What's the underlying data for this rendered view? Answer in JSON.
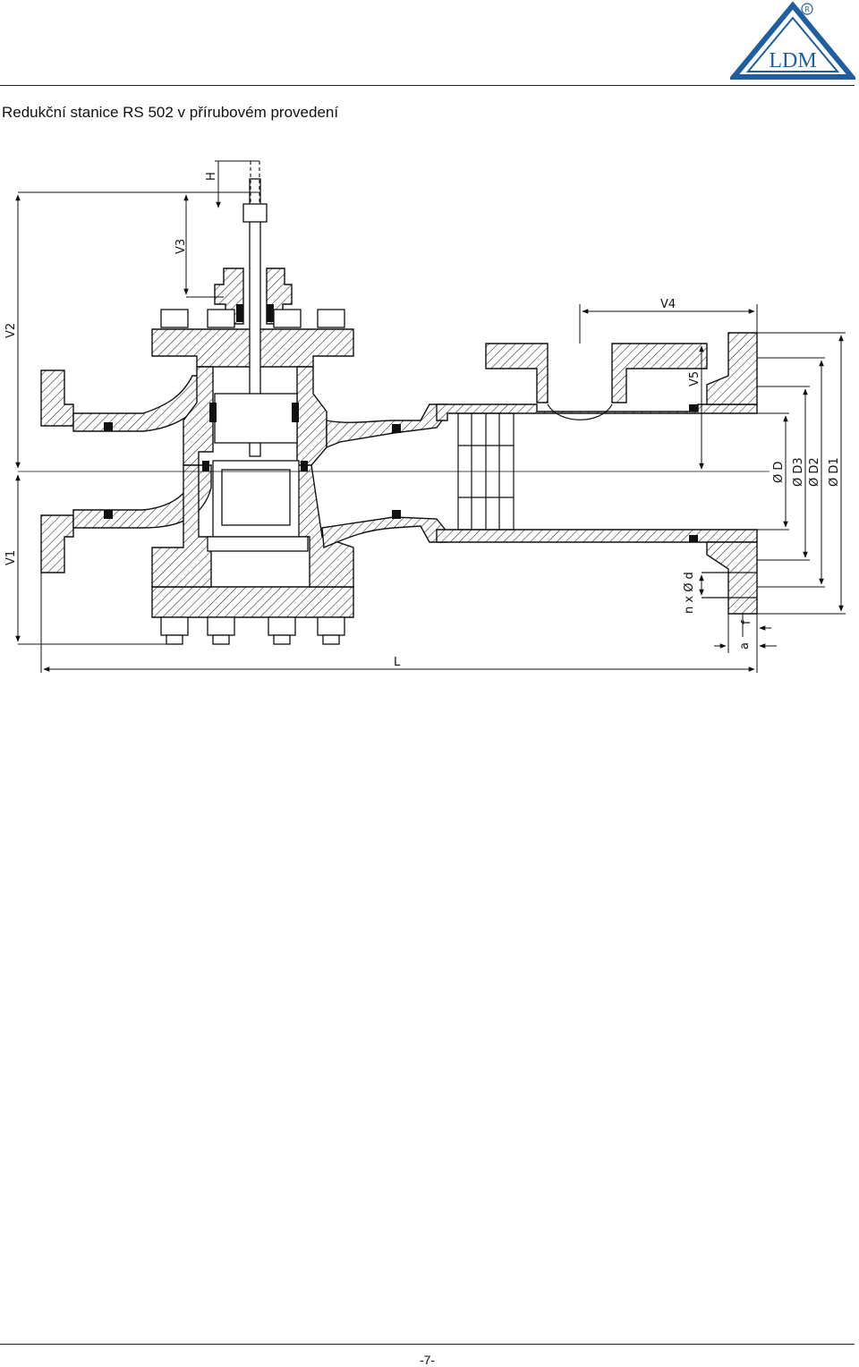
{
  "header": {
    "logo_text": "LDM",
    "registered_mark": "R"
  },
  "title": "Redukční stanice RS 502 v přírubovém provedení",
  "drawing": {
    "dimension_labels": {
      "H": "H",
      "V1": "V1",
      "V2": "V2",
      "V3": "V3",
      "V4": "V4",
      "V5": "V5",
      "L": "L",
      "a": "a",
      "f": "f",
      "n_x_d": "n x Ø d",
      "D": "Ø D",
      "D1": "Ø D1",
      "D2": "Ø D2",
      "D3": "Ø D3"
    }
  },
  "footer": {
    "page_number": "-7-"
  }
}
